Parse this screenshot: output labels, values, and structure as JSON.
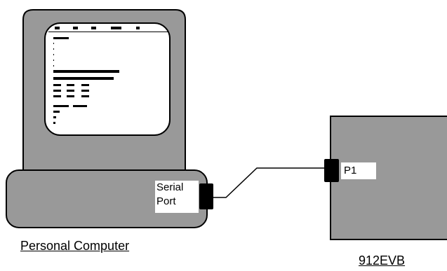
{
  "labels": {
    "serial_port": "Serial Port",
    "serial_port_line1": "Serial",
    "serial_port_line2": "Port",
    "pc": "Personal Computer",
    "board_port": "P1",
    "board": "912EVB"
  },
  "colors": {
    "device_fill": "#999999",
    "outline": "#000000",
    "connector": "#000000",
    "screen": "#ffffff",
    "screen_text": "#000000"
  }
}
